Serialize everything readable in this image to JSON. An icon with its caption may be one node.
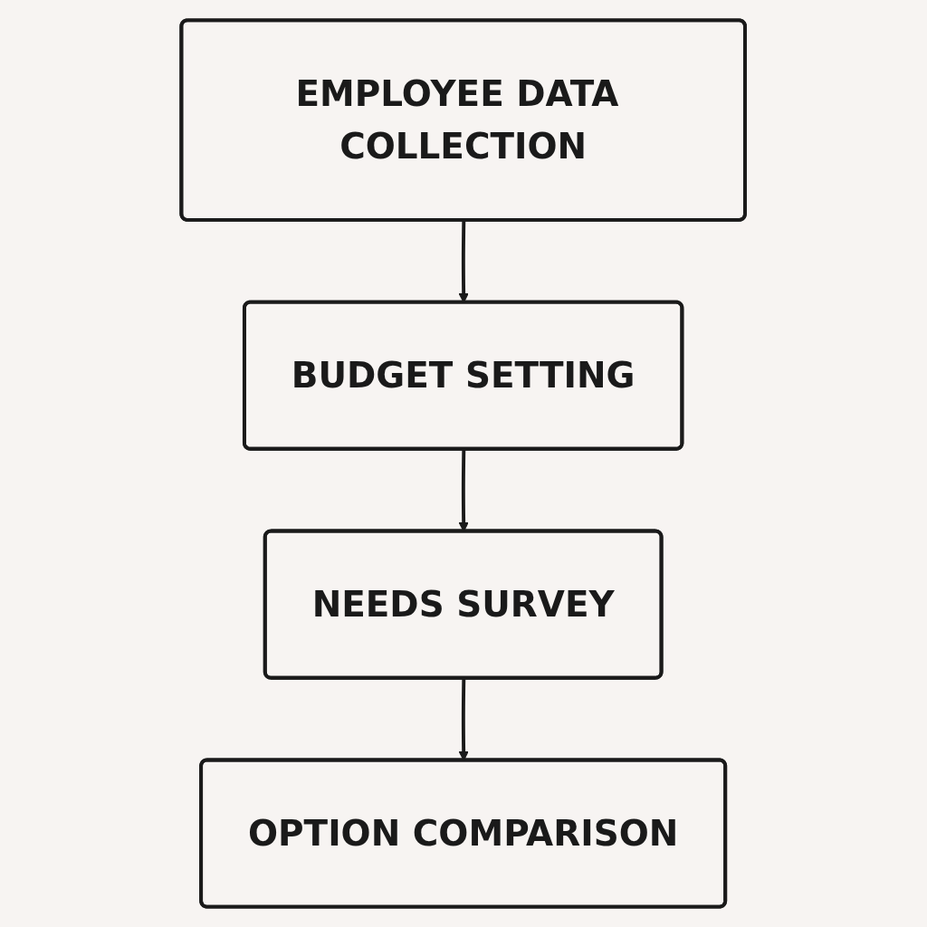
{
  "diagram": {
    "nodes": [
      {
        "text": [
          "EMPLOYEE DATA COLLECTION"
        ]
      },
      {
        "text": [
          "BUDGET SETTING"
        ]
      },
      {
        "text": [
          "NEEDS SURVEY"
        ]
      },
      {
        "text": [
          "OPTION COMPARISON"
        ]
      }
    ],
    "edges": [
      {
        "from": 0,
        "to": 1,
        "arrow": "to"
      },
      {
        "from": 1,
        "to": 2,
        "arrow": "to"
      },
      {
        "from": 2,
        "to": 3,
        "arrow": "to"
      }
    ]
  }
}
